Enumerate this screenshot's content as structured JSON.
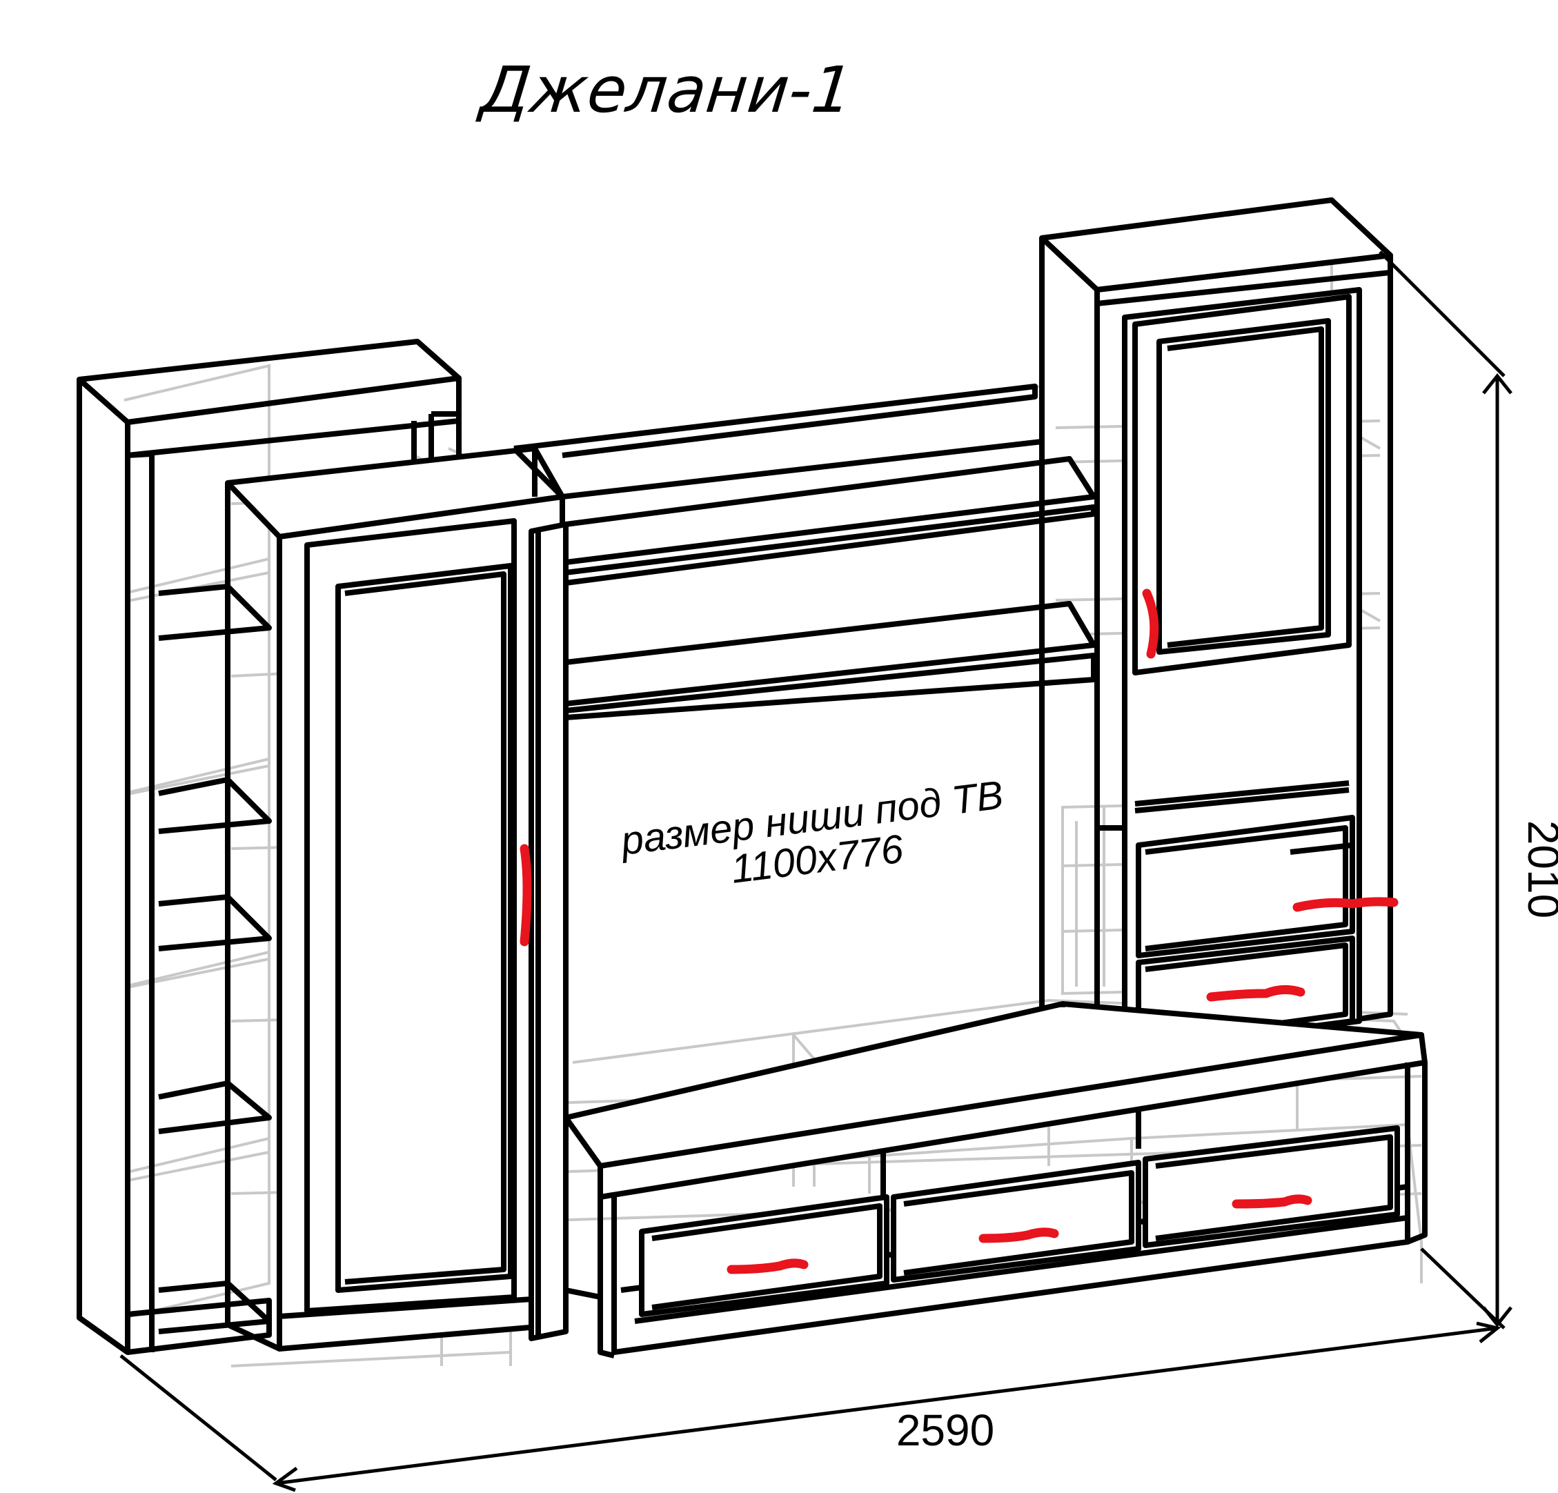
{
  "title": "Джелани-1",
  "niche_label": {
    "line1": "размер ниши под ТВ",
    "line2": "1100x776"
  },
  "dimensions": {
    "width": "2590",
    "height": "2010"
  },
  "colors": {
    "line": "#000000",
    "ghost": "#c8c8c8",
    "handle": "#e8141e",
    "background": "#ffffff"
  }
}
